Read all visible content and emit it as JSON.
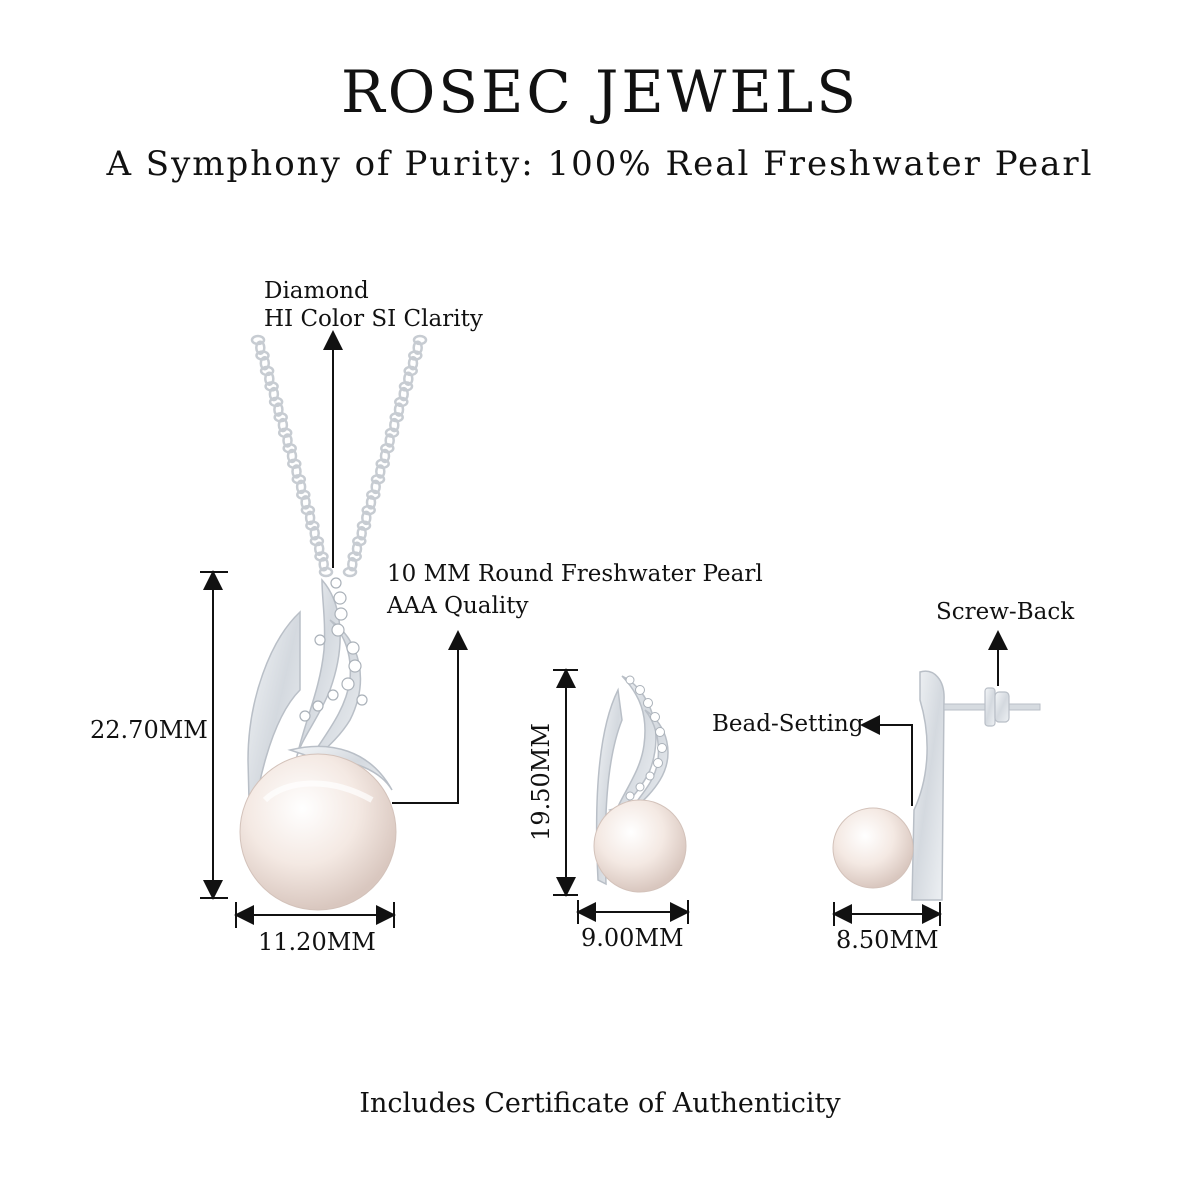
{
  "header": {
    "brand": "ROSEC JEWELS",
    "tagline": "A Symphony of Purity: 100% Real Freshwater Pearl"
  },
  "necklace": {
    "diamond_label": "Diamond",
    "diamond_detail": "HI Color SI Clarity",
    "pearl_label": "10 MM Round Freshwater Pearl",
    "pearl_detail": "AAA Quality",
    "height_dim": "22.70MM",
    "width_dim": "11.20MM"
  },
  "earring_front": {
    "height_dim": "19.50MM",
    "width_dim": "9.00MM"
  },
  "earring_side": {
    "screw_back_label": "Screw-Back",
    "bead_setting_label": "Bead-Setting",
    "width_dim": "8.50MM"
  },
  "footer": {
    "certificate_note": "Includes Certificate of Authenticity"
  },
  "colors": {
    "background": "#ffffff",
    "text": "#111111",
    "metal": "#dfe3e8",
    "metal_edge": "#b9bfc7",
    "pearl": "#f3e7e1"
  }
}
